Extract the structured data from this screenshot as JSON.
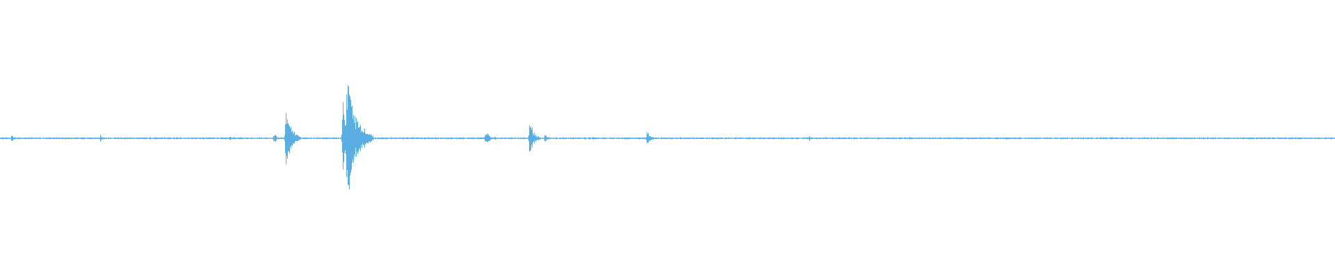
{
  "waveform": {
    "color": "#5aaee2",
    "background": "#ffffff",
    "amplitude_range": [
      -1,
      1
    ],
    "baseline_noise": 0.012,
    "duration_fraction_events": [
      {
        "t": 0.0085,
        "amp": 0.06
      },
      {
        "t": 0.075,
        "amp": 0.05
      },
      {
        "t": 0.172,
        "amp": 0.03
      },
      {
        "t": 0.175,
        "amp": 0.025
      },
      {
        "t": 0.205,
        "amp": 0.09
      },
      {
        "t": 0.2138,
        "amp": 0.48
      },
      {
        "t": 0.2155,
        "amp": 0.28
      },
      {
        "t": 0.218,
        "amp": 0.12
      },
      {
        "t": 0.2225,
        "amp": 0.06
      },
      {
        "t": 0.2565,
        "amp": 0.52
      },
      {
        "t": 0.2595,
        "amp": 1.0
      },
      {
        "t": 0.2605,
        "amp": 0.85
      },
      {
        "t": 0.262,
        "amp": 0.55
      },
      {
        "t": 0.2645,
        "amp": 0.3
      },
      {
        "t": 0.2675,
        "amp": 0.12
      },
      {
        "t": 0.3635,
        "amp": 0.14
      },
      {
        "t": 0.3665,
        "amp": 0.04
      },
      {
        "t": 0.3705,
        "amp": 0.03
      },
      {
        "t": 0.3965,
        "amp": 0.29
      },
      {
        "t": 0.408,
        "amp": 0.07
      },
      {
        "t": 0.444,
        "amp": 0.03
      },
      {
        "t": 0.4845,
        "amp": 0.13
      },
      {
        "t": 0.606,
        "amp": 0.04
      },
      {
        "t": 0.664,
        "amp": 0.03
      },
      {
        "t": 0.832,
        "amp": 0.025
      },
      {
        "t": 0.97,
        "amp": 0.02
      }
    ]
  }
}
